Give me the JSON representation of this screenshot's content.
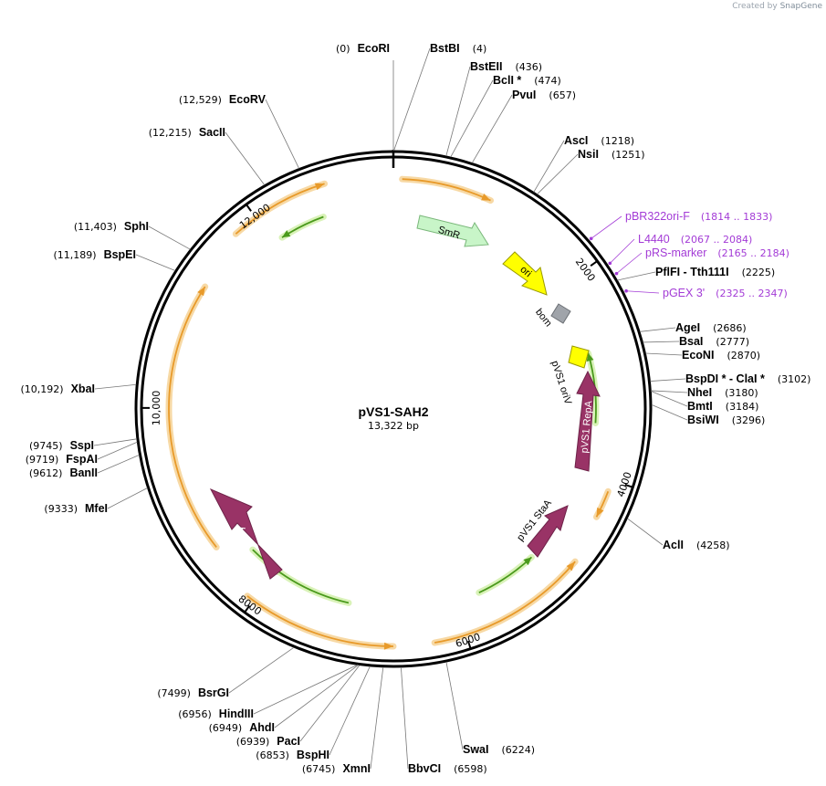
{
  "credit": {
    "prefix": "Created by",
    "brand": "SnapGene"
  },
  "plasmid": {
    "name": "pVS1-SAH2",
    "length_label": "13,322 bp",
    "length": 13322
  },
  "ticks": [
    {
      "bp": 2000,
      "label": "2000"
    },
    {
      "bp": 4000,
      "label": "4000"
    },
    {
      "bp": 6000,
      "label": "6000"
    },
    {
      "bp": 8000,
      "label": "8000"
    },
    {
      "bp": 10000,
      "label": "10,000"
    },
    {
      "bp": 12000,
      "label": "12,000"
    }
  ],
  "enzymes": [
    {
      "name": "EcoRI",
      "pos": "(0)",
      "bp": 0,
      "side": "L"
    },
    {
      "name": "BstBI",
      "pos": "(4)",
      "bp": 4,
      "side": "R"
    },
    {
      "name": "BstEII",
      "pos": "(436)",
      "bp": 436,
      "side": "R"
    },
    {
      "name": "BclI *",
      "pos": "(474)",
      "bp": 474,
      "side": "R"
    },
    {
      "name": "PvuI",
      "pos": "(657)",
      "bp": 657,
      "side": "R"
    },
    {
      "name": "AscI",
      "pos": "(1218)",
      "bp": 1218,
      "side": "R"
    },
    {
      "name": "NsiI",
      "pos": "(1251)",
      "bp": 1251,
      "side": "R"
    },
    {
      "name": "PflFI - Tth111I",
      "pos": "(2225)",
      "bp": 2225,
      "side": "R"
    },
    {
      "name": "AgeI",
      "pos": "(2686)",
      "bp": 2686,
      "side": "R"
    },
    {
      "name": "BsaI",
      "pos": "(2777)",
      "bp": 2777,
      "side": "R"
    },
    {
      "name": "EcoNI",
      "pos": "(2870)",
      "bp": 2870,
      "side": "R"
    },
    {
      "name": "BspDI * - ClaI *",
      "pos": "(3102)",
      "bp": 3102,
      "side": "R"
    },
    {
      "name": "NheI",
      "pos": "(3180)",
      "bp": 3180,
      "side": "R"
    },
    {
      "name": "BmtI",
      "pos": "(3184)",
      "bp": 3184,
      "side": "R"
    },
    {
      "name": "BsiWI",
      "pos": "(3296)",
      "bp": 3296,
      "side": "R"
    },
    {
      "name": "AclI",
      "pos": "(4258)",
      "bp": 4258,
      "side": "R"
    },
    {
      "name": "SwaI",
      "pos": "(6224)",
      "bp": 6224,
      "side": "R"
    },
    {
      "name": "BbvCI",
      "pos": "(6598)",
      "bp": 6598,
      "side": "R"
    },
    {
      "name": "XmnI",
      "pos": "(6745)",
      "bp": 6745,
      "side": "L"
    },
    {
      "name": "BspHI",
      "pos": "(6853)",
      "bp": 6853,
      "side": "L"
    },
    {
      "name": "PacI",
      "pos": "(6939)",
      "bp": 6939,
      "side": "L"
    },
    {
      "name": "AhdI",
      "pos": "(6949)",
      "bp": 6949,
      "side": "L"
    },
    {
      "name": "HindIII",
      "pos": "(6956)",
      "bp": 6956,
      "side": "L"
    },
    {
      "name": "BsrGI",
      "pos": "(7499)",
      "bp": 7499,
      "side": "L"
    },
    {
      "name": "MfeI",
      "pos": "(9333)",
      "bp": 9333,
      "side": "L"
    },
    {
      "name": "BanII",
      "pos": "(9612)",
      "bp": 9612,
      "side": "L"
    },
    {
      "name": "FspAI",
      "pos": "(9719)",
      "bp": 9719,
      "side": "L"
    },
    {
      "name": "SspI",
      "pos": "(9745)",
      "bp": 9745,
      "side": "L"
    },
    {
      "name": "XbaI",
      "pos": "(10,192)",
      "bp": 10192,
      "side": "L"
    },
    {
      "name": "BspEI",
      "pos": "(11,189)",
      "bp": 11189,
      "side": "L"
    },
    {
      "name": "SphI",
      "pos": "(11,403)",
      "bp": 11403,
      "side": "L"
    },
    {
      "name": "SacII",
      "pos": "(12,215)",
      "bp": 12215,
      "side": "L"
    },
    {
      "name": "EcoRV",
      "pos": "(12,529)",
      "bp": 12529,
      "side": "L"
    }
  ],
  "primers": [
    {
      "name": "pBR322ori-F",
      "pos": "(1814 .. 1833)",
      "bp": 1823
    },
    {
      "name": "L4440",
      "pos": "(2067 .. 2084)",
      "bp": 2075
    },
    {
      "name": "pRS-marker",
      "pos": "(2165 .. 2184)",
      "bp": 2174
    },
    {
      "name": "pGEX 3'",
      "pos": "(2325 .. 2347)",
      "bp": 2336
    }
  ],
  "features": [
    {
      "name": "SmR",
      "color": "#c8f5c8",
      "stroke": "#7ab77a",
      "text": "#000000"
    },
    {
      "name": "ori",
      "color": "#ffff00",
      "stroke": "#9a9a00",
      "text": "#000000"
    },
    {
      "name": "bom",
      "color": "#a0a4aa",
      "stroke": "#6c7075",
      "text": "#000000"
    },
    {
      "name": "pVS1 oriV",
      "color": "#ffff00",
      "stroke": "#9a9a00",
      "text": "#000000"
    },
    {
      "name": "pVS1 RepA",
      "color": "#993366",
      "stroke": "#6e2349",
      "text": "#ffffff"
    },
    {
      "name": "pVS1 StaA",
      "color": "#993366",
      "stroke": "#6e2349",
      "text": "#000000"
    },
    {
      "name": "trfA",
      "color": "#993366",
      "stroke": "#6e2349",
      "text": "#ffffff"
    }
  ],
  "colors": {
    "backbone": "#000000",
    "orf": "#e89a2a",
    "orf_glow": "#f7d9a5",
    "green_orf": "#4a9a1c",
    "green_glow": "#d9f2b8",
    "primer": "#a33bd6"
  }
}
